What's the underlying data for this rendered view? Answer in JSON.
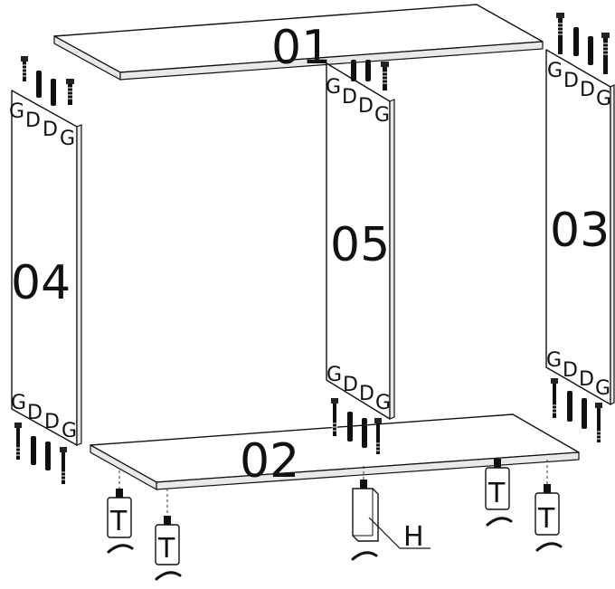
{
  "panels": {
    "top": "01",
    "bottom": "02",
    "right": "03",
    "left": "04",
    "middle": "05"
  },
  "fittings": {
    "g": "G",
    "d": "D"
  },
  "legs": {
    "foot": "T",
    "support": "H"
  }
}
